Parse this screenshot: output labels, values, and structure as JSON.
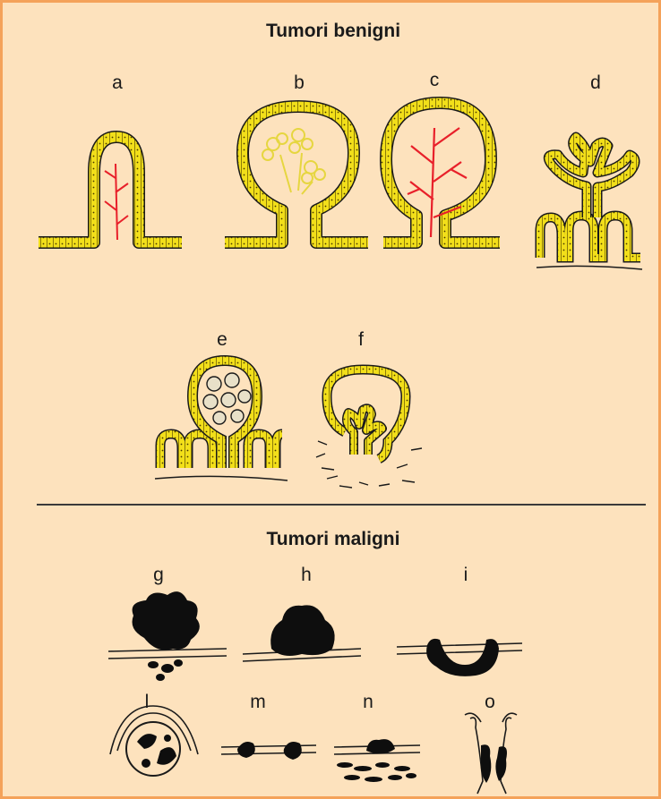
{
  "sections": {
    "benign_title": "Tumori benigni",
    "malignant_title": "Tumori maligni"
  },
  "labels": {
    "a": "a",
    "b": "b",
    "c": "c",
    "d": "d",
    "e": "e",
    "f": "f",
    "g": "g",
    "h": "h",
    "i": "i",
    "l": "l",
    "m": "m",
    "n": "n",
    "o": "o"
  },
  "colors": {
    "background": "#fde2bd",
    "border": "#f4a25a",
    "epithelium": "#f2df1a",
    "vessels": "#e8202a",
    "tumor_mass": "#0e0e0e"
  }
}
